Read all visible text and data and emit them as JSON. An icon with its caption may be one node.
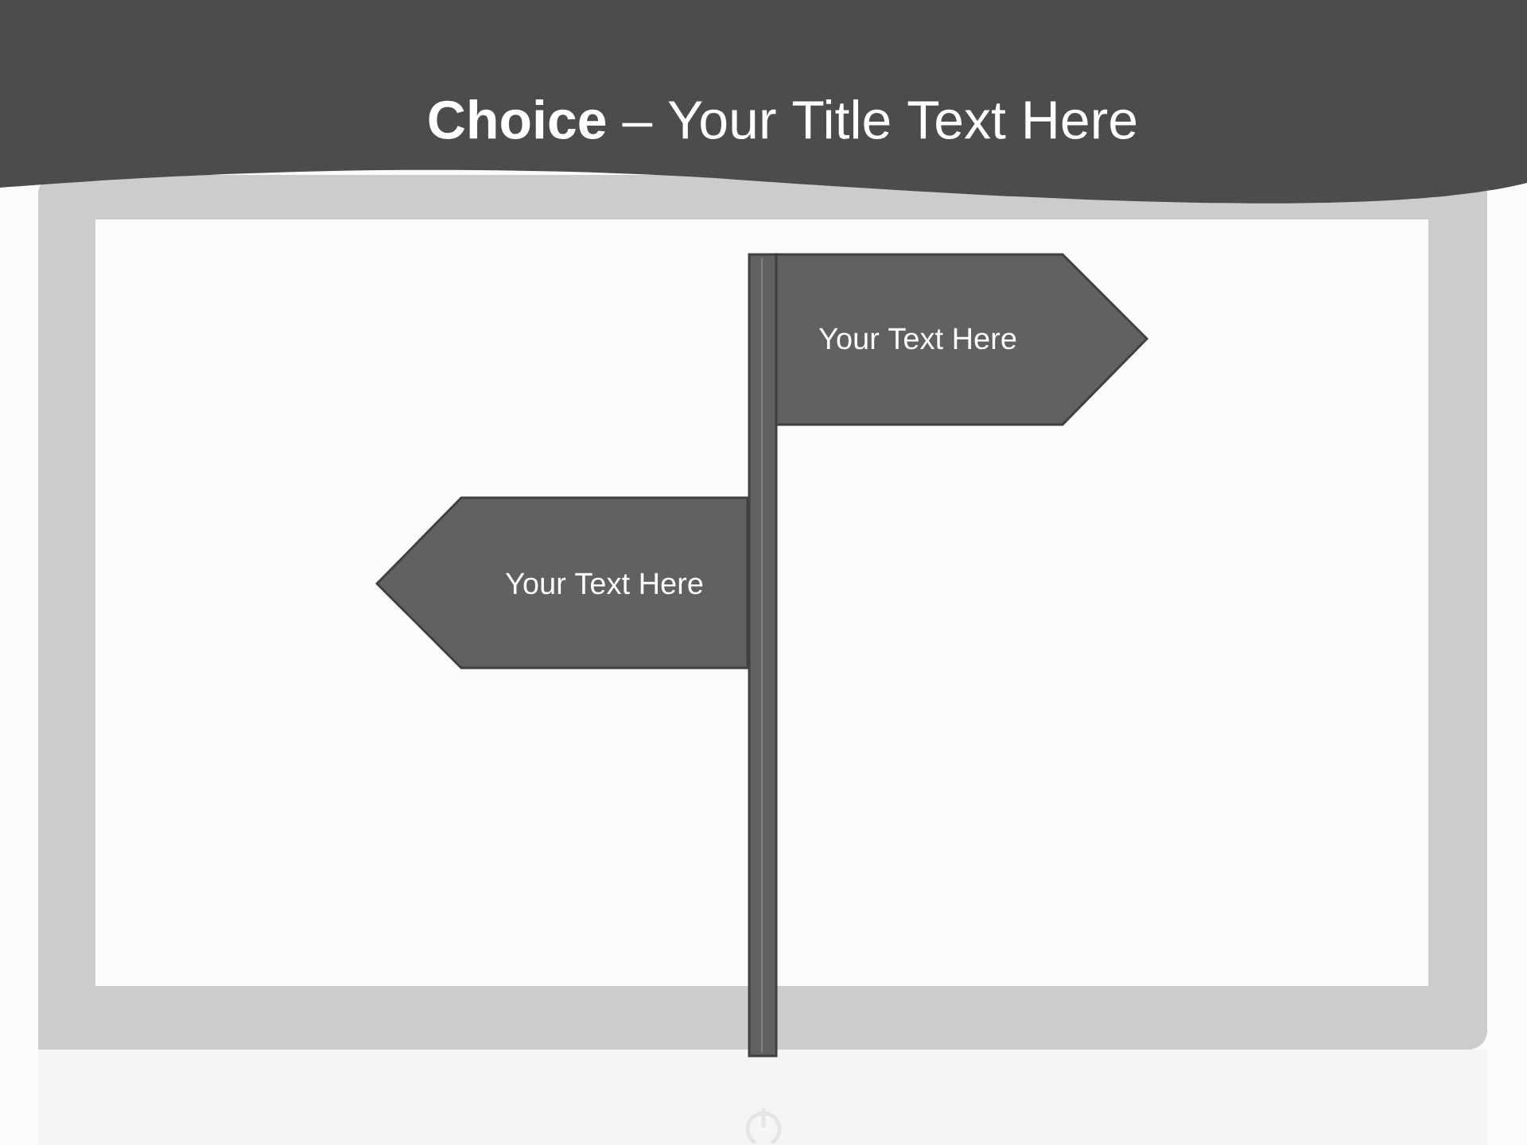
{
  "diagram": {
    "title": "**Choice** – Your Title Text Here",
    "nodes": [
      {
        "text": [
          "Your Text Here"
        ]
      },
      {
        "text": [
          "Your Text Here"
        ]
      }
    ]
  }
}
